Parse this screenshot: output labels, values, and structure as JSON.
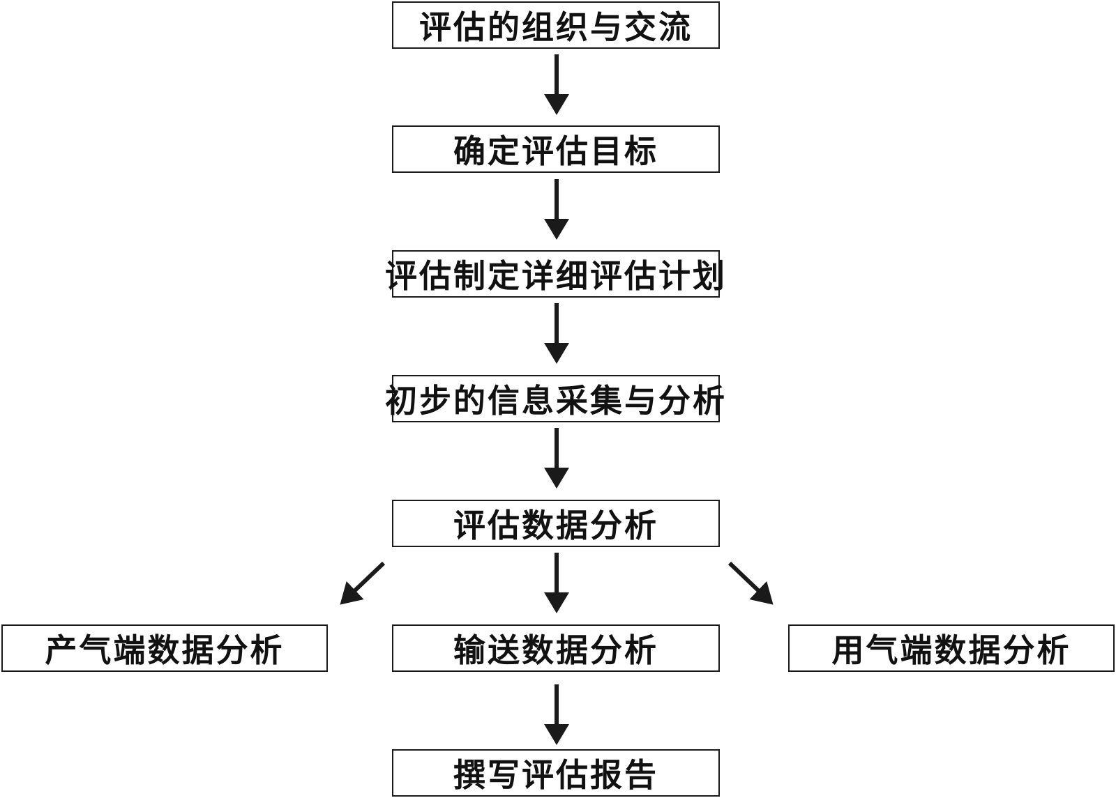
{
  "flowchart": {
    "steps": [
      "评估的组织与交流",
      "确定评估目标",
      "评估制定详细评估计划",
      "初步的信息采集与分析",
      "评估数据分析"
    ],
    "branches": {
      "left": "产气端数据分析",
      "center": "输送数据分析",
      "right": "用气端数据分析"
    },
    "final": "撰写评估报告"
  },
  "colors": {
    "line": "#1a1a1a",
    "text": "#111111",
    "background": "#ffffff"
  }
}
